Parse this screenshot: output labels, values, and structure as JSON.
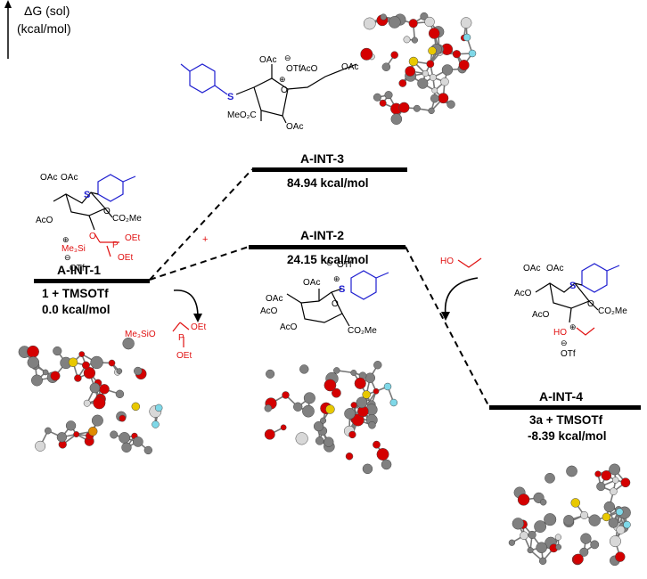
{
  "axis": {
    "delta_g": "ΔG (sol)",
    "units": "(kcal/mol)"
  },
  "levels": [
    {
      "name": "A-INT-1",
      "caption": "1 + TMSOTf",
      "energy": "0.0 kcal/mol"
    },
    {
      "name": "A-INT-3",
      "caption": "",
      "energy": "84.94 kcal/mol"
    },
    {
      "name": "A-INT-2",
      "caption": "",
      "energy": "24.15 kcal/mol"
    },
    {
      "name": "A-INT-4",
      "caption": "3a + TMSOTf",
      "energy": "-8.39 kcal/mol"
    }
  ],
  "structures": {
    "int3": {
      "oac1": "OAc",
      "oac2": "AcO",
      "oac3": "OAc",
      "oac4": "OAc",
      "otf": "OTf",
      "meo2c": "MeO₂C",
      "o_ring": "O",
      "s": "S"
    },
    "int1": {
      "oac_a": "OAc",
      "oac_b": "OAc",
      "aco": "AcO",
      "o_ring": "O",
      "s": "S",
      "co2me": "CO₂Me",
      "me3si": "Me₃Si",
      "p": "P",
      "oet1": "OEt",
      "oet2": "OEt",
      "otf": "OTf",
      "o": "O"
    },
    "leaving": {
      "me3sio": "Me₃SiO",
      "p": "P",
      "oet1": "OEt",
      "oet2": "OEt"
    },
    "int2": {
      "oac1": "OAc",
      "oac2": "OAc",
      "aco1": "AcO",
      "aco2": "AcO",
      "o_ring": "O",
      "s": "S",
      "co2me": "CO₂Me",
      "otf": "OTf"
    },
    "ethanol": {
      "ho": "HO"
    },
    "int4": {
      "oac1": "OAc",
      "oac2": "OAc",
      "aco1": "AcO",
      "aco2": "AcO",
      "o_ring": "O",
      "s": "S",
      "co2me": "CO₂Me",
      "ho": "HO",
      "otf": "OTf"
    }
  },
  "colors": {
    "sulfur_blue": "#1f1fd0",
    "reagent_red": "#e01010",
    "atom_red": "#d40000",
    "atom_gray": "#808080",
    "atom_yellow": "#e8c800",
    "atom_cyan": "#7fd8e8",
    "atom_orange": "#e08a00"
  }
}
